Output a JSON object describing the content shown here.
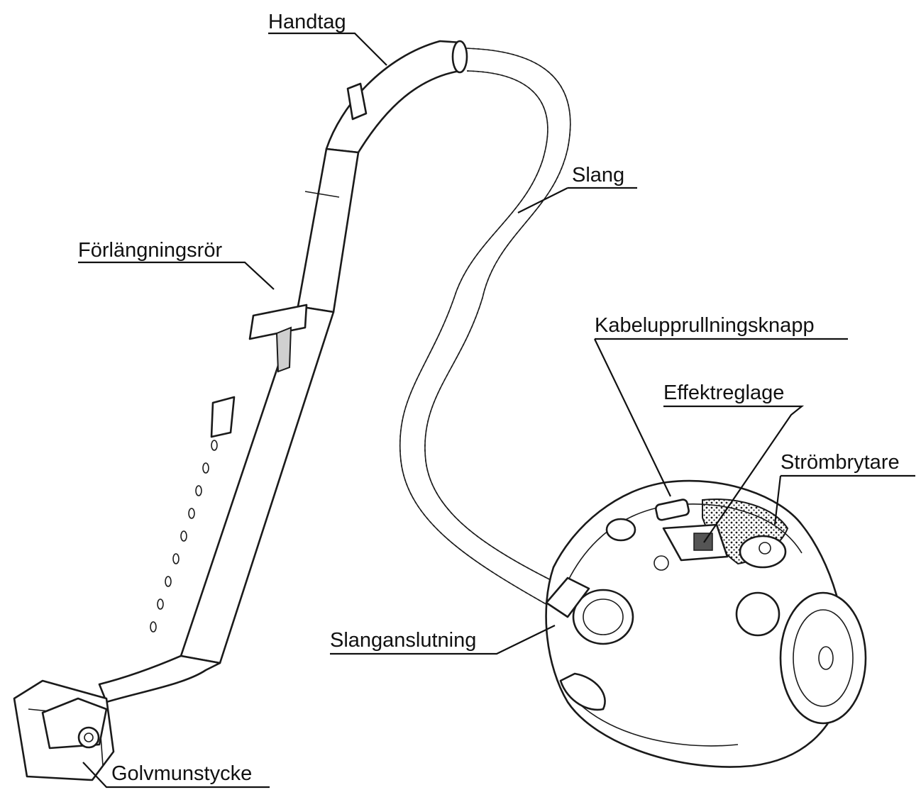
{
  "labels": {
    "handle": "Handtag",
    "hose": "Slang",
    "extension_tube": "Förlängningsrör",
    "cord_rewind_button": "Kabelupprullningsknapp",
    "power_slider": "Effektreglage",
    "power_switch": "Strömbrytare",
    "hose_connection": "Slanganslutning",
    "floor_nozzle": "Golvmunstycke"
  },
  "colors": {
    "ink": "#1a1a1a",
    "background": "#ffffff",
    "shade": "#d0d0d0"
  }
}
